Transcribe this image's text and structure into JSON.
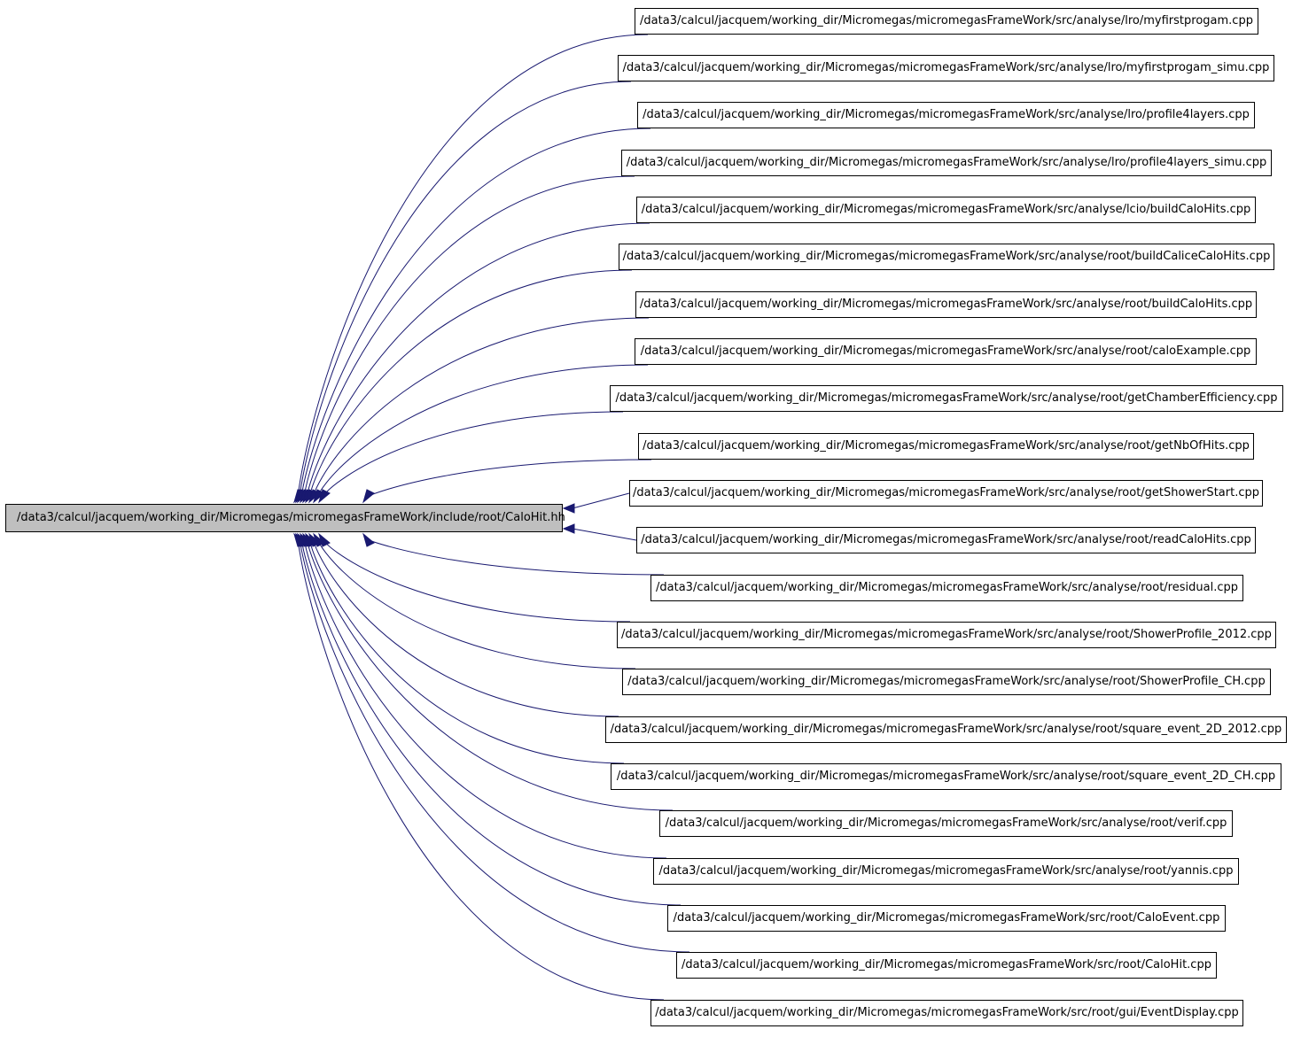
{
  "diagram": {
    "edge_color": "#191970",
    "center_fill": "#bfbfbf",
    "center": "/data3/calcul/jacquem/working_dir/Micromegas/micromegasFrameWork/include/root/CaloHit.hh",
    "includers": [
      "/data3/calcul/jacquem/working_dir/Micromegas/micromegasFrameWork/src/analyse/lro/myfirstprogam.cpp",
      "/data3/calcul/jacquem/working_dir/Micromegas/micromegasFrameWork/src/analyse/lro/myfirstprogam_simu.cpp",
      "/data3/calcul/jacquem/working_dir/Micromegas/micromegasFrameWork/src/analyse/lro/profile4layers.cpp",
      "/data3/calcul/jacquem/working_dir/Micromegas/micromegasFrameWork/src/analyse/lro/profile4layers_simu.cpp",
      "/data3/calcul/jacquem/working_dir/Micromegas/micromegasFrameWork/src/analyse/lcio/buildCaloHits.cpp",
      "/data3/calcul/jacquem/working_dir/Micromegas/micromegasFrameWork/src/analyse/root/buildCaliceCaloHits.cpp",
      "/data3/calcul/jacquem/working_dir/Micromegas/micromegasFrameWork/src/analyse/root/buildCaloHits.cpp",
      "/data3/calcul/jacquem/working_dir/Micromegas/micromegasFrameWork/src/analyse/root/caloExample.cpp",
      "/data3/calcul/jacquem/working_dir/Micromegas/micromegasFrameWork/src/analyse/root/getChamberEfficiency.cpp",
      "/data3/calcul/jacquem/working_dir/Micromegas/micromegasFrameWork/src/analyse/root/getNbOfHits.cpp",
      "/data3/calcul/jacquem/working_dir/Micromegas/micromegasFrameWork/src/analyse/root/getShowerStart.cpp",
      "/data3/calcul/jacquem/working_dir/Micromegas/micromegasFrameWork/src/analyse/root/readCaloHits.cpp",
      "/data3/calcul/jacquem/working_dir/Micromegas/micromegasFrameWork/src/analyse/root/residual.cpp",
      "/data3/calcul/jacquem/working_dir/Micromegas/micromegasFrameWork/src/analyse/root/ShowerProfile_2012.cpp",
      "/data3/calcul/jacquem/working_dir/Micromegas/micromegasFrameWork/src/analyse/root/ShowerProfile_CH.cpp",
      "/data3/calcul/jacquem/working_dir/Micromegas/micromegasFrameWork/src/analyse/root/square_event_2D_2012.cpp",
      "/data3/calcul/jacquem/working_dir/Micromegas/micromegasFrameWork/src/analyse/root/square_event_2D_CH.cpp",
      "/data3/calcul/jacquem/working_dir/Micromegas/micromegasFrameWork/src/analyse/root/verif.cpp",
      "/data3/calcul/jacquem/working_dir/Micromegas/micromegasFrameWork/src/analyse/root/yannis.cpp",
      "/data3/calcul/jacquem/working_dir/Micromegas/micromegasFrameWork/src/root/CaloEvent.cpp",
      "/data3/calcul/jacquem/working_dir/Micromegas/micromegasFrameWork/src/root/CaloHit.cpp",
      "/data3/calcul/jacquem/working_dir/Micromegas/micromegasFrameWork/src/root/gui/EventDisplay.cpp"
    ]
  }
}
